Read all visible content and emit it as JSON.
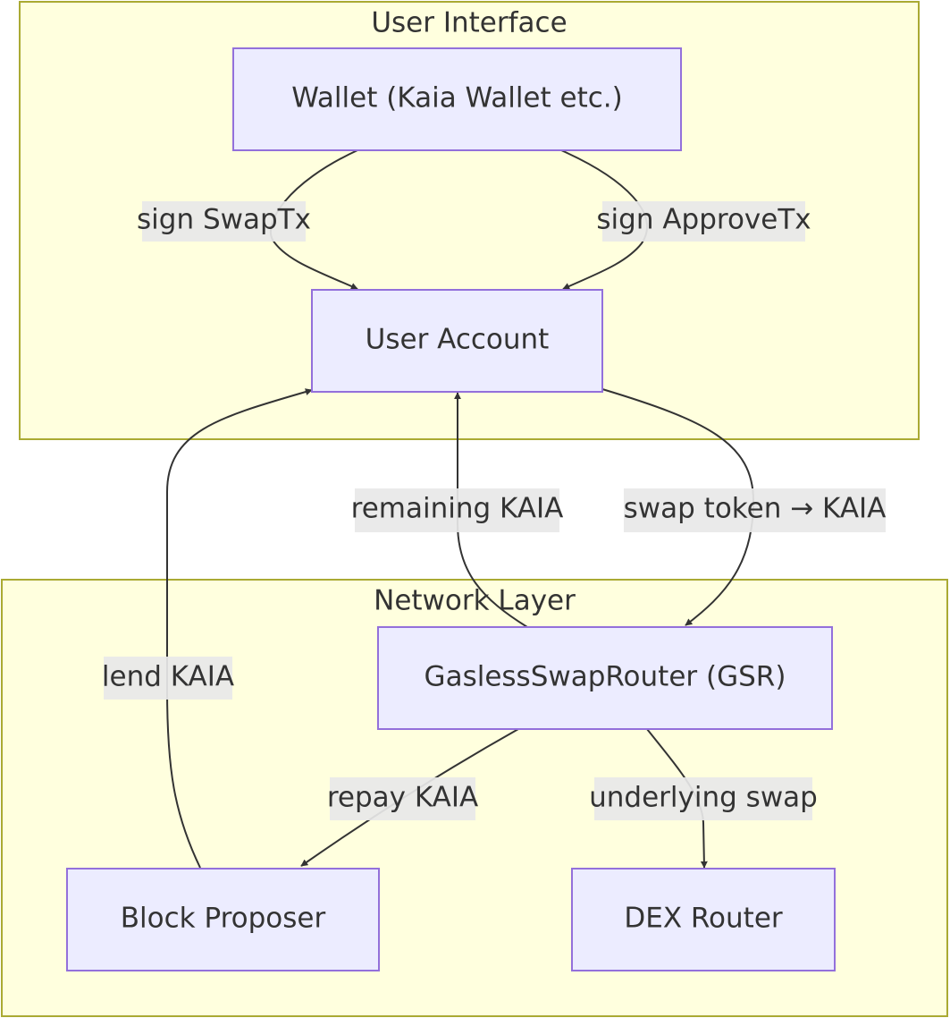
{
  "clusters": {
    "user_interface": {
      "title": "User Interface"
    },
    "network_layer": {
      "title": "Network Layer"
    }
  },
  "nodes": {
    "wallet": "Wallet (Kaia Wallet etc.)",
    "user_account": "User Account",
    "gsr": "GaslessSwapRouter (GSR)",
    "block_proposer": "Block Proposer",
    "dex_router": "DEX Router"
  },
  "edges": {
    "sign_swaptx": "sign SwapTx",
    "sign_approvetx": "sign ApproveTx",
    "remaining_kaia": "remaining KAIA",
    "swap_token_kaia": "swap token → KAIA",
    "lend_kaia": "lend KAIA",
    "repay_kaia": "repay KAIA",
    "underlying_swap": "underlying swap"
  },
  "colors": {
    "cluster_fill": "#ffffde",
    "cluster_stroke": "#aaaa33",
    "node_fill": "#ececff",
    "node_stroke": "#9370db",
    "edge": "#333333",
    "label_bg": "#e8e8e8"
  }
}
